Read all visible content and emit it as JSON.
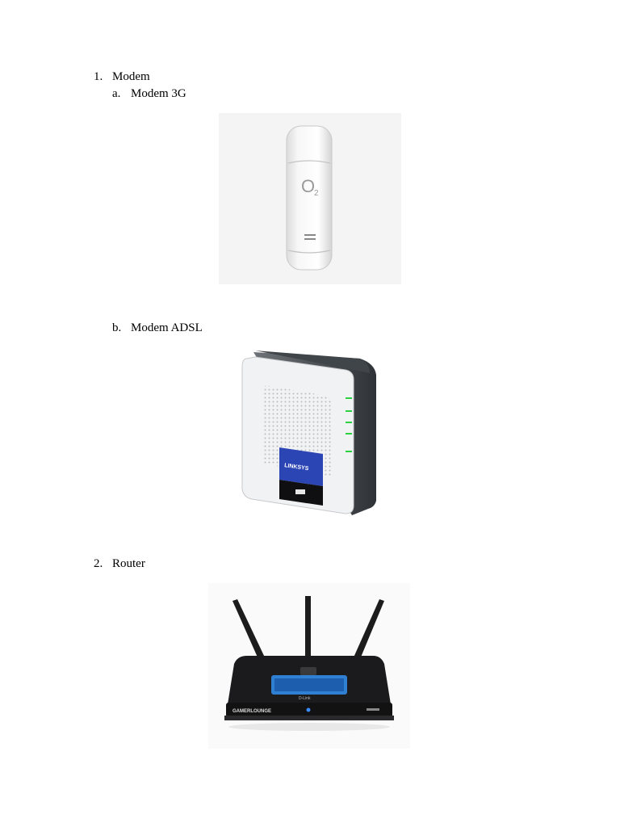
{
  "list": {
    "item1": {
      "marker": "1.",
      "label": "Modem"
    },
    "item1a": {
      "marker": "a.",
      "label": "Modem 3G"
    },
    "item1b": {
      "marker": "b.",
      "label": "Modem ADSL"
    },
    "item2": {
      "marker": "2.",
      "label": "Router"
    }
  },
  "images": {
    "modem3g_brand": "O",
    "modem3g_brand_sub": "2",
    "adsl_brand": "LINKSYS",
    "router_model_text": "D-Link",
    "router_front_text": "GAMERLOUNGE"
  }
}
